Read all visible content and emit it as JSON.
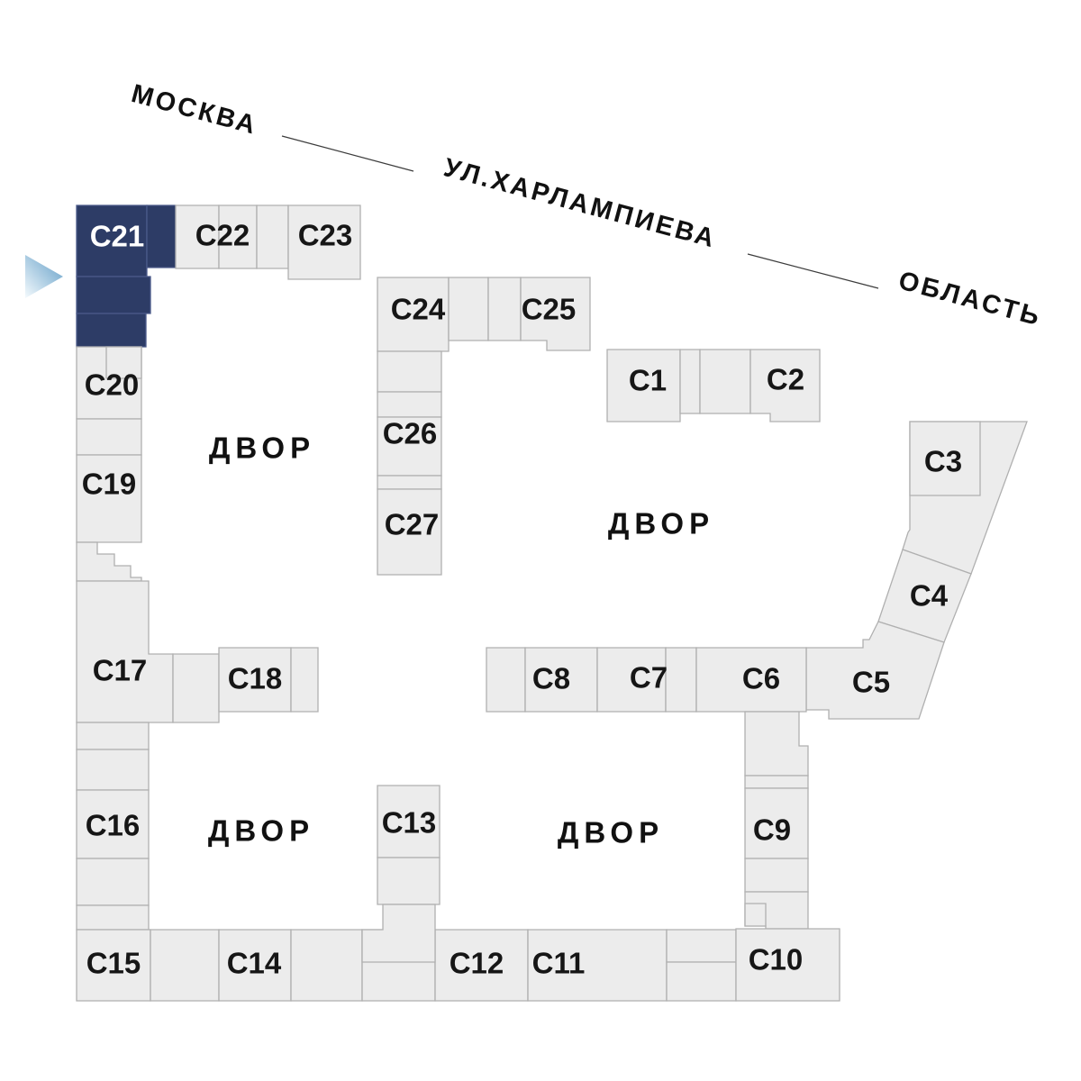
{
  "streets": {
    "moscow_label": "МОСКВА",
    "street_label": "УЛ.ХАРЛАМПИЕВА",
    "oblast_label": "ОБЛАСТЬ"
  },
  "courtyard_label": "ДВОР",
  "selection": {
    "selected_building": "С21"
  },
  "colors": {
    "selected_fill": "#2d3c66",
    "selected_divider": "#4b5a8a",
    "building_fill": "#ececec",
    "building_stroke": "#b0b0b0",
    "label_text": "#161616",
    "selected_label_text": "#ffffff",
    "pointer_blue": "#5f9cc6",
    "background": "#ffffff"
  },
  "buildings": {
    "c1": {
      "label": "С1"
    },
    "c2": {
      "label": "С2"
    },
    "c3": {
      "label": "С3"
    },
    "c4": {
      "label": "С4"
    },
    "c5": {
      "label": "С5"
    },
    "c6": {
      "label": "С6"
    },
    "c7": {
      "label": "С7"
    },
    "c8": {
      "label": "С8"
    },
    "c9": {
      "label": "С9"
    },
    "c10": {
      "label": "С10"
    },
    "c11": {
      "label": "С11"
    },
    "c12": {
      "label": "С12"
    },
    "c13": {
      "label": "С13"
    },
    "c14": {
      "label": "С14"
    },
    "c15": {
      "label": "С15"
    },
    "c16": {
      "label": "С16"
    },
    "c17": {
      "label": "С17"
    },
    "c18": {
      "label": "С18"
    },
    "c19": {
      "label": "С19"
    },
    "c20": {
      "label": "С20"
    },
    "c21": {
      "label": "С21"
    },
    "c22": {
      "label": "С22"
    },
    "c23": {
      "label": "С23"
    },
    "c24": {
      "label": "С24"
    },
    "c25": {
      "label": "С25"
    },
    "c26": {
      "label": "С26"
    },
    "c27": {
      "label": "С27"
    }
  }
}
